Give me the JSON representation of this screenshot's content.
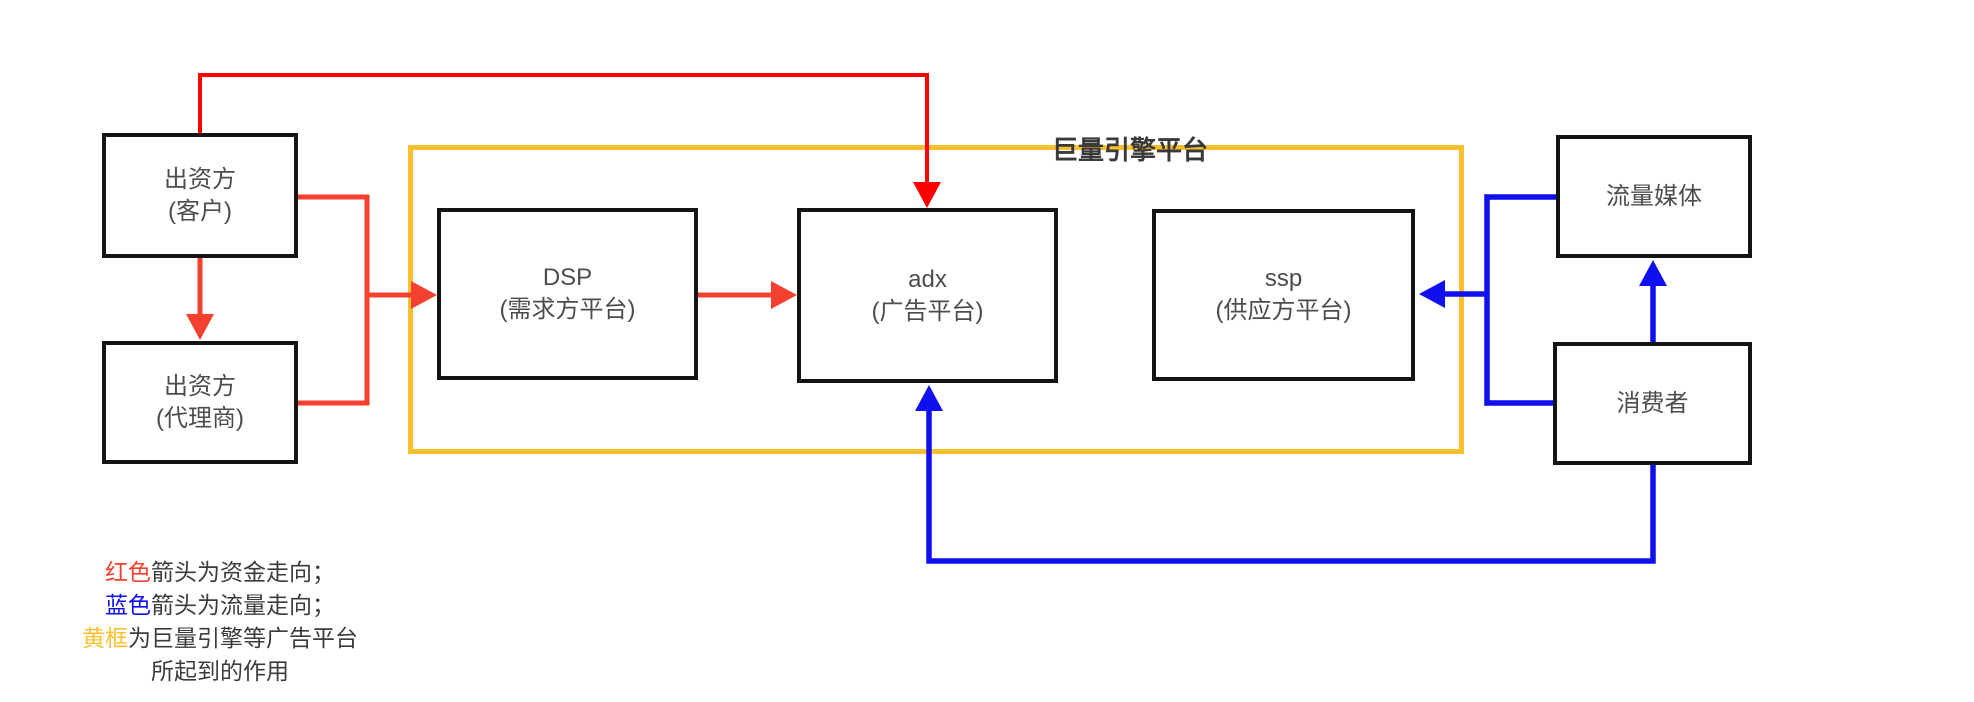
{
  "colors": {
    "red_bright": "#FF0000",
    "red": "#F4402F",
    "blue": "#0F0FF0",
    "yellow": "#FBC02D",
    "border": "#141414",
    "node_text": "#4D4D4D",
    "label_text": "#3A3A3A",
    "legend_text": "#3C3C3C"
  },
  "frame": {
    "label": "巨量引擎平台"
  },
  "nodes": {
    "funder_client": {
      "line1": "出资方",
      "line2": "(客户)"
    },
    "funder_agent": {
      "line1": "出资方",
      "line2": "(代理商)"
    },
    "dsp": {
      "line1": "DSP",
      "line2": "(需求方平台)"
    },
    "adx": {
      "line1": "adx",
      "line2": "(广告平台)"
    },
    "ssp": {
      "line1": "ssp",
      "line2": "(供应方平台)"
    },
    "media": {
      "line1": "流量媒体"
    },
    "consumer": {
      "line1": "消费者"
    }
  },
  "legend": {
    "line1": {
      "colored": "红色",
      "rest": "箭头为资金走向；"
    },
    "line2": {
      "colored": "蓝色",
      "rest": "箭头为流量走向；"
    },
    "line3": {
      "colored": "黄框",
      "rest": "为巨量引擎等广告平台"
    },
    "line4": "所起到的作用"
  }
}
